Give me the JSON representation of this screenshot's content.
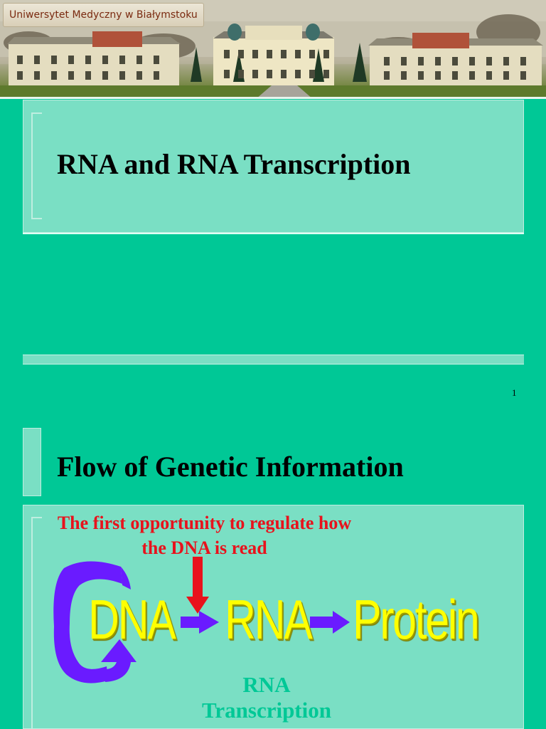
{
  "banner": {
    "label": "Uniwersytet Medyczny w Białymstoku"
  },
  "slide1": {
    "title": "RNA and RNA Transcription",
    "page_number": "1"
  },
  "slide2": {
    "title": "Flow of Genetic Information",
    "regulate_text": "The first opportunity to regulate how the DNA is read",
    "flow": [
      "DNA",
      "RNA",
      "Protein"
    ],
    "step_label": "RNA Transcription"
  },
  "colors": {
    "background": "#00c896",
    "panel": "#7adfc4",
    "regulate_red": "#e8121c",
    "flow_yellow": "#ffff00",
    "arrow_purple": "#6a1bff"
  }
}
